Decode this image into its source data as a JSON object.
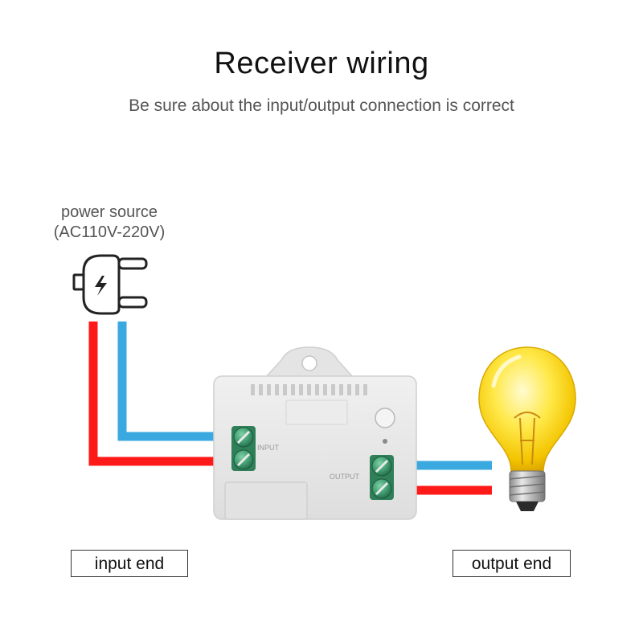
{
  "title": "Receiver wiring",
  "subtitle": "Be sure about the input/output connection is correct",
  "power_source": {
    "line1": "power source",
    "line2": "(AC110V-220V)"
  },
  "receiver": {
    "input_label": "INPUT",
    "output_label": "OUTPUT"
  },
  "labels": {
    "input_end": "input end",
    "output_end": "output end"
  },
  "colors": {
    "live_wire": "#ff1a1a",
    "neutral_wire": "#3aa9e0",
    "terminal_green": "#3e9a6e",
    "receiver_body": "#e9e9e9"
  },
  "icons": [
    "power-plug-icon",
    "lightning-icon",
    "light-bulb-icon",
    "screw-terminal-icon"
  ]
}
